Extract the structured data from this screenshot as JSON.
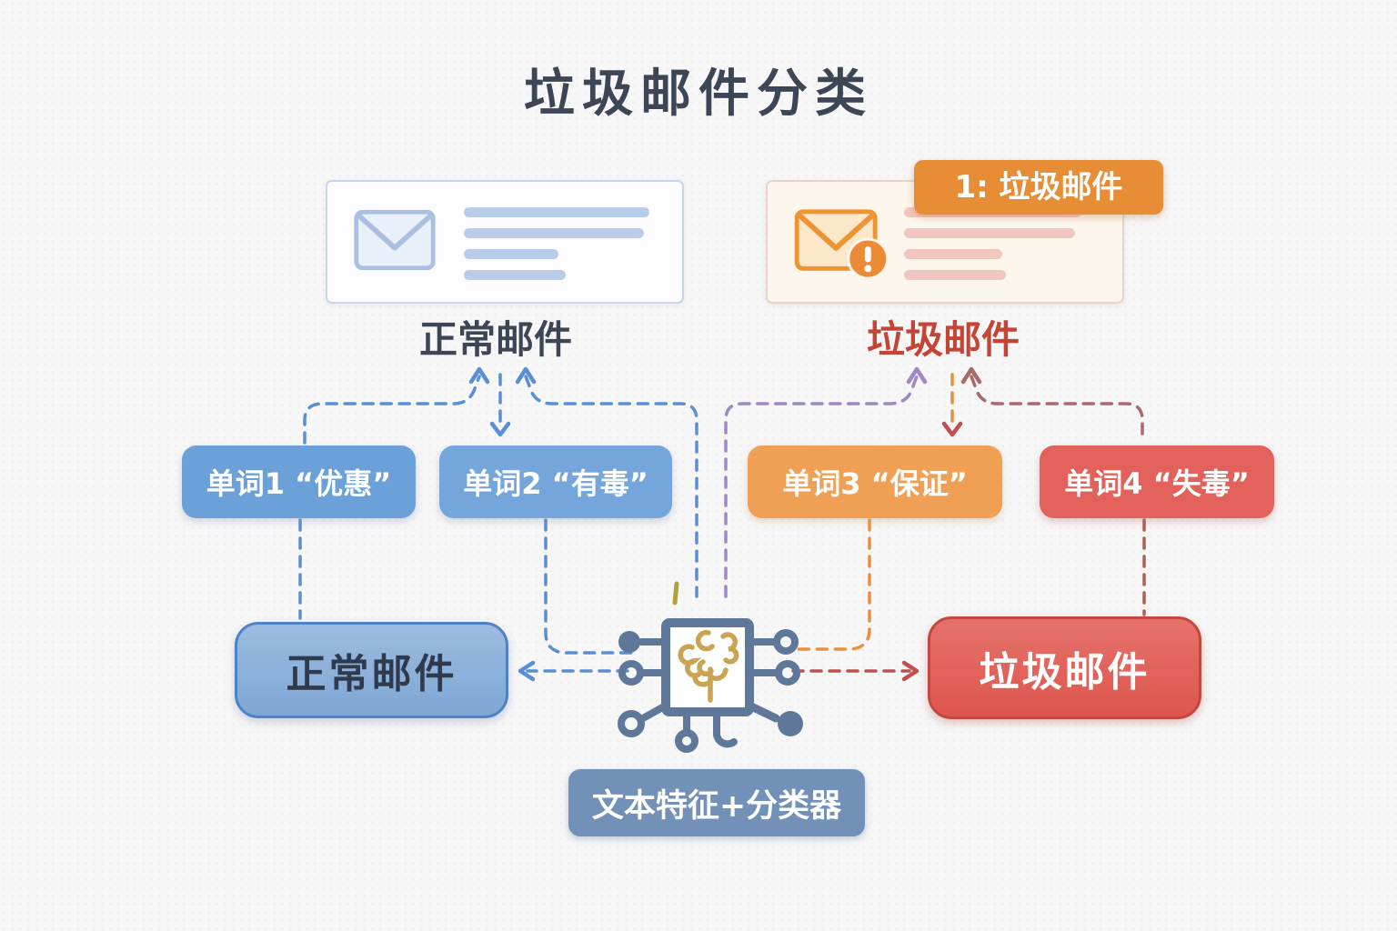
{
  "title": "垃圾邮件分类",
  "email_cards": {
    "normal": {
      "label": "正常邮件"
    },
    "spam": {
      "label": "垃圾邮件",
      "badge": "1: 垃圾邮件"
    }
  },
  "word_boxes": [
    {
      "label": "单词1 “优惠”",
      "color": "#6ca0d8"
    },
    {
      "label": "单词2 “有毒”",
      "color": "#74a6dc"
    },
    {
      "label": "单词3 “保证”",
      "color": "#f0a055"
    },
    {
      "label": "单词4 “失毒”",
      "color": "#e2625b"
    }
  ],
  "outputs": {
    "normal": {
      "label": "正常邮件",
      "color": "#7ea7d5"
    },
    "spam": {
      "label": "垃圾邮件",
      "color": "#dd564e"
    }
  },
  "classifier": {
    "caption": "文本特征+分类器"
  },
  "icons": {
    "normal_card": "envelope-icon",
    "spam_card": "envelope-alert-icon",
    "classifier": "chip-brain-icon"
  },
  "colors": {
    "background": "#f7f7f8",
    "title_text": "#3d4654",
    "normal_accent": "#5b8fd4",
    "spam_accent": "#c44536",
    "orange_accent": "#e8923e",
    "purple_accent": "#9d8ac4",
    "banner": "#7291b8",
    "badge": "#e68d35"
  }
}
